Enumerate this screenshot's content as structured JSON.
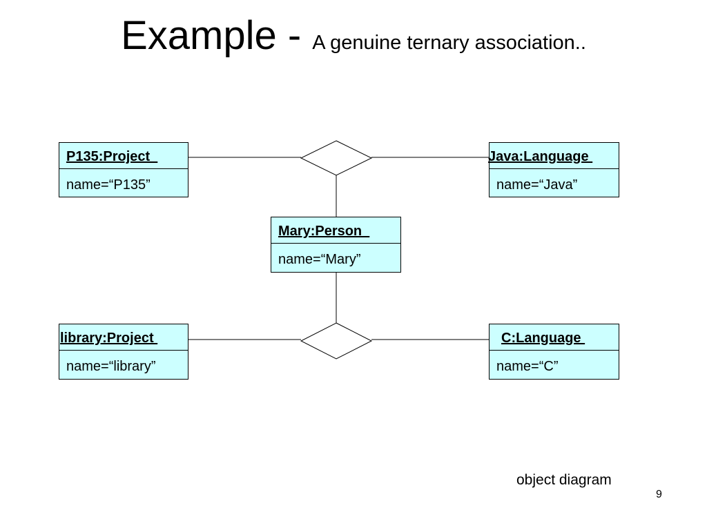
{
  "title": {
    "main": "Example - ",
    "sub": "A genuine ternary association.."
  },
  "objects": {
    "p135": {
      "name": "P135:Project  ",
      "attribute": "name=“P135”"
    },
    "java": {
      "name": "Java:Language ",
      "attribute": "name=“Java”"
    },
    "mary": {
      "name": "Mary:Person  ",
      "attribute": "name=“Mary”"
    },
    "library": {
      "name": "library:Project ",
      "attribute": "name=“library”"
    },
    "c": {
      "name": "C:Language ",
      "attribute": "name=“C”"
    }
  },
  "footer": {
    "diagram_type": "object diagram",
    "page_number": "9"
  },
  "colors": {
    "object_fill": "#ccffff",
    "line": "#000000",
    "background": "#ffffff"
  }
}
